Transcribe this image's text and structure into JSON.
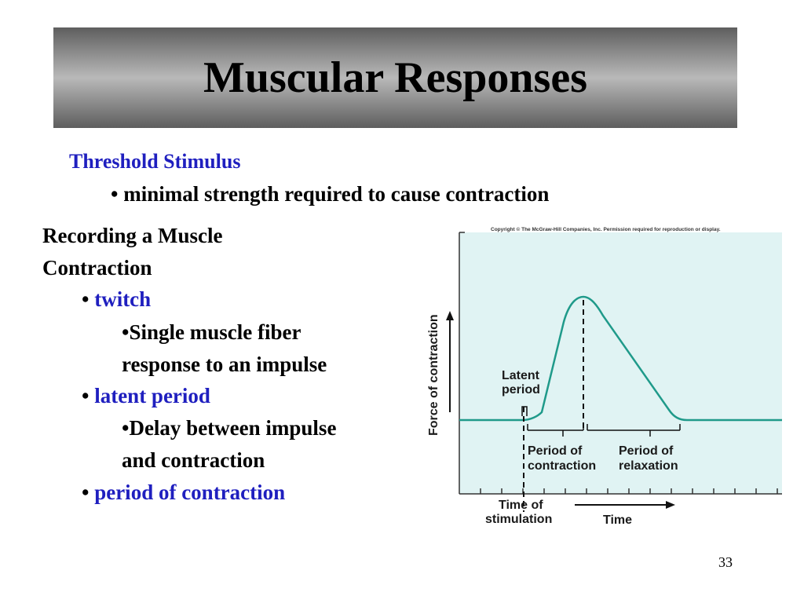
{
  "slide": {
    "title": "Muscular Responses",
    "threshold": {
      "heading": "Threshold Stimulus",
      "bullet": "minimal strength required to cause contraction"
    },
    "recording": {
      "line1": "Recording a Muscle",
      "line2": "Contraction"
    },
    "items": [
      {
        "term": "twitch",
        "desc": [
          "•Single muscle fiber",
          "response to an impulse"
        ]
      },
      {
        "term": "latent period",
        "desc": [
          "•Delay between impulse",
          "and contraction"
        ]
      },
      {
        "term": "period of contraction"
      }
    ],
    "page_number": "33"
  },
  "diagram": {
    "copyright": "Copyright © The McGraw-Hill Companies, Inc. Permission required for reproduction or display.",
    "y_axis_label": "Force of contraction",
    "x_axis_label": "Time",
    "labels": {
      "latent_line1": "Latent",
      "latent_line2": "period",
      "contraction_line1": "Period of",
      "contraction_line2": "contraction",
      "relaxation_line1": "Period of",
      "relaxation_line2": "relaxation",
      "stim_line1": "Time of",
      "stim_line2": "stimulation"
    },
    "colors": {
      "panel": "#e0f3f3",
      "curve": "#1f9a8a",
      "text": "#1a1a1a"
    }
  }
}
